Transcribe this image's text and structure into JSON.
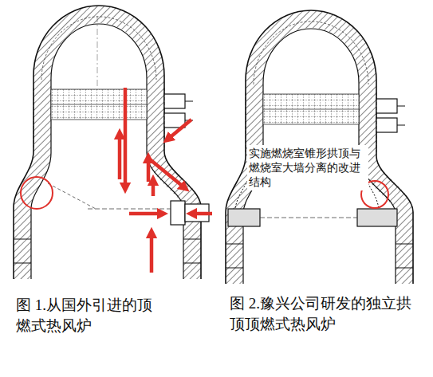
{
  "diagram": {
    "labels": [
      "图 1.从国外引进的顶燃式热风炉",
      "图 2.豫兴公司研发的独立拱顶顶燃式热风炉",
      "实施燃烧室锥形拱顶与燃烧室大墙分离的改进结构"
    ]
  }
}
